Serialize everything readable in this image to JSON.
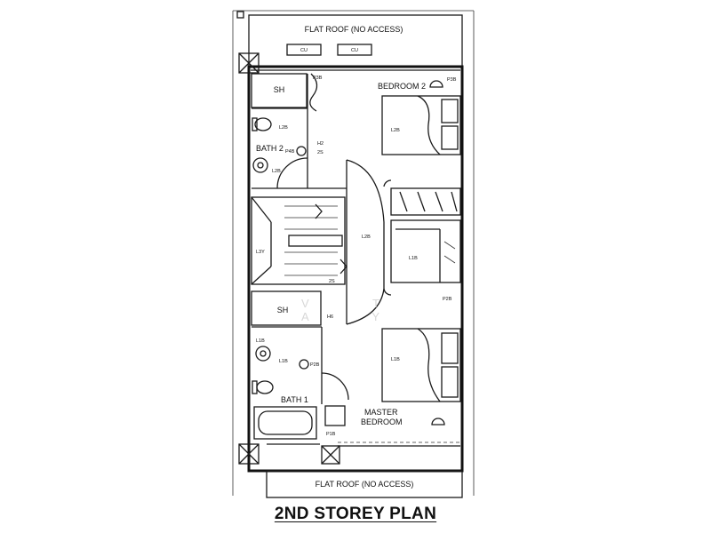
{
  "title": "2ND STOREY PLAN",
  "watermark": "V T A Y",
  "rooms": {
    "flat_roof_top": "FLAT ROOF (NO ACCESS)",
    "flat_roof_bottom": "FLAT ROOF (NO ACCESS)",
    "bedroom_2": "BEDROOM 2",
    "bath_2": "BATH 2",
    "sh_top": "SH",
    "sh_bottom": "SH",
    "bath_1": "BATH 1",
    "master_line1": "MASTER",
    "master_line2": "BEDROOM"
  },
  "units": {
    "cu_left": "CU",
    "cu_right": "CU"
  },
  "fixture_labels": {
    "p3b_top": "P3B",
    "p3b_right": "P3B",
    "l2b_bed2": "L2B",
    "l2b_bath2_a": "L2B",
    "l2b_bath2_b": "L2B",
    "p4b": "P4B",
    "h2": "H2",
    "two_s": "2S",
    "l2b_corridor": "L2B",
    "l3y": "L3Y",
    "l1b_wardrobe": "L1B",
    "l1b_bath1_a": "L1B",
    "l1b_bath1_b": "L1B",
    "p2b": "P2B",
    "l1b_master": "L1B",
    "p1b": "P1B",
    "p2b_right": "P2B",
    "h6": "H6",
    "two_s_b": "2S"
  }
}
